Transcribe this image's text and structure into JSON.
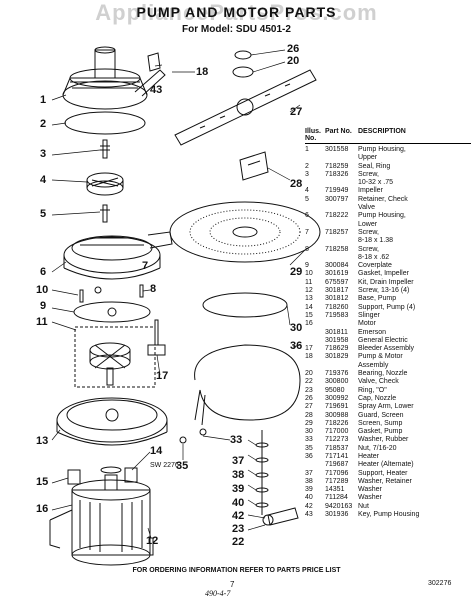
{
  "header": {
    "watermark": "AppliancePartsPros.com",
    "title": "PUMP AND MOTOR PARTS",
    "model": "For Model: SDU 4501-2"
  },
  "table": {
    "headers": [
      "Illus. No.",
      "Part No.",
      "DESCRIPTION"
    ],
    "rows": [
      [
        "1",
        "301558",
        "Pump Housing,"
      ],
      [
        "",
        "",
        "Upper"
      ],
      [
        "2",
        "718259",
        "Seal, Ring"
      ],
      [
        "3",
        "718326",
        "Screw,"
      ],
      [
        "",
        "",
        "10-32 x .75"
      ],
      [
        "4",
        "719949",
        "Impeller"
      ],
      [
        "5",
        "300797",
        "Retainer, Check"
      ],
      [
        "",
        "",
        "Valve"
      ],
      [
        "6",
        "718222",
        "Pump Housing,"
      ],
      [
        "",
        "",
        "Lower"
      ],
      [
        "7",
        "718257",
        "Screw,"
      ],
      [
        "",
        "",
        "8-18 x 1.38"
      ],
      [
        "8",
        "718258",
        "Screw,"
      ],
      [
        "",
        "",
        "8-18 x .62"
      ],
      [
        "9",
        "300084",
        "Coverplate"
      ],
      [
        "10",
        "301619",
        "Gasket, Impeller"
      ],
      [
        "11",
        "675597",
        "Kit, Drain Impeller"
      ],
      [
        "12",
        "301817",
        "Screw, 13-16 (4)"
      ],
      [
        "13",
        "301812",
        "Base, Pump"
      ],
      [
        "14",
        "718260",
        "Support, Pump (4)"
      ],
      [
        "15",
        "719583",
        "Slinger"
      ],
      [
        "16",
        "",
        "Motor"
      ],
      [
        "",
        "301811",
        "Emerson"
      ],
      [
        "",
        "301958",
        "General Electric"
      ],
      [
        "17",
        "718629",
        "Bleeder Assembly"
      ],
      [
        "18",
        "301829",
        "Pump & Motor"
      ],
      [
        "",
        "",
        "Assembly"
      ],
      [
        "20",
        "719376",
        "Bearing, Nozzle"
      ],
      [
        "22",
        "300800",
        "Valve, Check"
      ],
      [
        "23",
        "95080",
        "Ring, \"O\""
      ],
      [
        "26",
        "300992",
        "Cap, Nozzle"
      ],
      [
        "27",
        "719691",
        "Spray Arm, Lower"
      ],
      [
        "28",
        "300988",
        "Guard, Screen"
      ],
      [
        "29",
        "718226",
        "Screen, Sump"
      ],
      [
        "30",
        "717000",
        "Gasket, Pump"
      ],
      [
        "33",
        "712273",
        "Washer, Rubber"
      ],
      [
        "35",
        "718537",
        "Nut, 7/16-20"
      ],
      [
        "36",
        "717141",
        "Heater"
      ],
      [
        "",
        "719687",
        "Heater (Alternate)"
      ],
      [
        "37",
        "717096",
        "Support, Heater"
      ],
      [
        "38",
        "717289",
        "Washer, Retainer"
      ],
      [
        "39",
        "14351",
        "Washer"
      ],
      [
        "40",
        "711284",
        "Washer"
      ],
      [
        "42",
        "9420163",
        "Nut"
      ],
      [
        "43",
        "301936",
        "Key, Pump Housing"
      ]
    ]
  },
  "callouts": [
    "1",
    "2",
    "3",
    "4",
    "5",
    "6",
    "7",
    "8",
    "9",
    "10",
    "11",
    "12",
    "13",
    "14",
    "15",
    "16",
    "17",
    "18",
    "20",
    "22",
    "23",
    "26",
    "27",
    "28",
    "29",
    "30",
    "33",
    "35",
    "36",
    "37",
    "38",
    "39",
    "40",
    "42",
    "43"
  ],
  "footer": {
    "note": "FOR ORDERING INFORMATION REFER TO PARTS PRICE LIST",
    "page": "7",
    "doc_number": "302276",
    "drawing_number": "SW 2276",
    "handwritten": "490-4-7"
  }
}
